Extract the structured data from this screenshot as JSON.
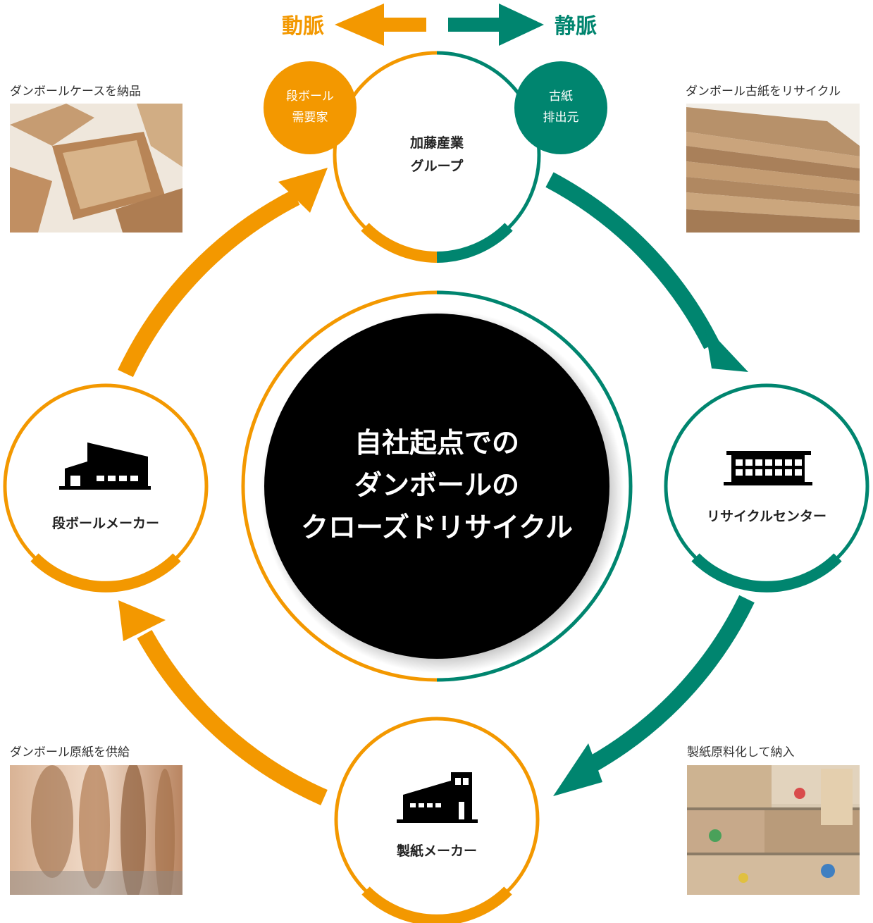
{
  "header": {
    "arterial_label": "動脈",
    "venous_label": "静脈"
  },
  "colors": {
    "orange": "#F39800",
    "green": "#00856F",
    "black": "#000000"
  },
  "center": {
    "line1": "自社起点での",
    "line2": "ダンボールの",
    "line3": "クローズドリサイクル"
  },
  "nodes": {
    "kato": {
      "line1": "加藤産業",
      "line2": "グループ"
    },
    "demand": {
      "line1": "段ボール",
      "line2": "需要家"
    },
    "discharge": {
      "line1": "古紙",
      "line2": "排出元"
    },
    "recycle_center": {
      "label": "リサイクルセンター",
      "icon": "office-building-icon"
    },
    "paper_maker": {
      "label": "製紙メーカー",
      "icon": "paper-factory-icon"
    },
    "cardboard_maker": {
      "label": "段ボールメーカー",
      "icon": "factory-icon"
    }
  },
  "captions": {
    "top_left": "ダンボールケースを納品",
    "top_right": "ダンボール古紙をリサイクル",
    "bottom_left": "ダンボール原紙を供給",
    "bottom_right": "製紙原料化して納入"
  },
  "photos": {
    "top_left": "cardboard-box-photo",
    "top_right": "stacked-cardboard-photo",
    "bottom_left": "paper-roll-photo",
    "bottom_right": "baled-waste-paper-photo"
  }
}
